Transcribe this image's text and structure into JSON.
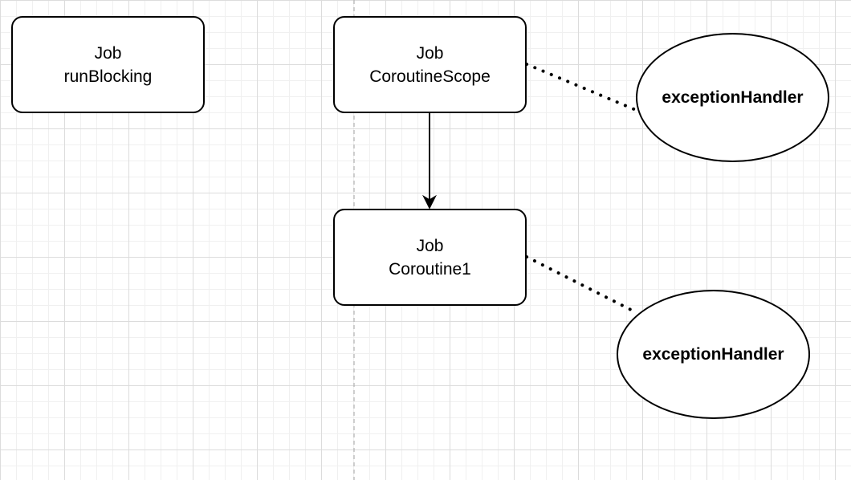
{
  "diagram": {
    "nodes": {
      "run_blocking": {
        "line1": "Job",
        "line2": "runBlocking"
      },
      "coroutine_scope": {
        "line1": "Job",
        "line2": "CoroutineScope"
      },
      "coroutine1": {
        "line1": "Job",
        "line2": "Coroutine1"
      },
      "handler_scope": {
        "label": "exceptionHandler"
      },
      "handler_coroutine1": {
        "label": "exceptionHandler"
      }
    },
    "edges": [
      {
        "from": "coroutine_scope",
        "to": "coroutine1",
        "style": "solid-arrow"
      },
      {
        "from": "coroutine_scope",
        "to": "handler_scope",
        "style": "dotted"
      },
      {
        "from": "coroutine1",
        "to": "handler_coroutine1",
        "style": "dotted"
      }
    ],
    "colors": {
      "stroke": "#000000",
      "fill": "#ffffff",
      "grid": "#dcdcdc",
      "guide": "#b0b0b0"
    }
  }
}
